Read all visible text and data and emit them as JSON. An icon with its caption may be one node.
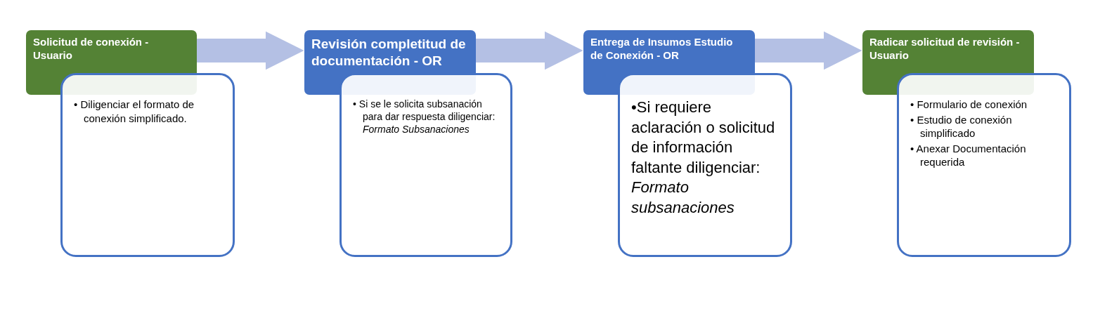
{
  "diagram": {
    "nodes": [
      {
        "text": [
          "Solicitud de conexión - Usuario"
        ]
      },
      {
        "text": [
          "• Diligenciar el formato de conexión simplificado."
        ]
      },
      {
        "text": [
          "Revisión completitud de documentación - OR"
        ]
      },
      {
        "text": [
          "• Si se le solicita subsanación para dar respuesta diligenciar: *Formato Subsanaciones*"
        ]
      },
      {
        "text": [
          "Entrega de Insumos Estudio de Conexión - OR"
        ]
      },
      {
        "text": [
          "•Si requiere aclaración o solicitud de información faltante diligenciar: *Formato subsanaciones*"
        ]
      },
      {
        "text": [
          "Radicar solicitud de revisión - Usuario"
        ]
      },
      {
        "text": [
          "• Formulario de conexión",
          "• Estudio de conexión simplificado",
          "• Anexar Documentación requerida"
        ]
      }
    ],
    "edges": [
      {
        "from": 0,
        "to": 2,
        "arrow": "to"
      },
      {
        "from": 2,
        "to": 4,
        "arrow": "to"
      },
      {
        "from": 4,
        "to": 6,
        "arrow": "to"
      }
    ]
  }
}
